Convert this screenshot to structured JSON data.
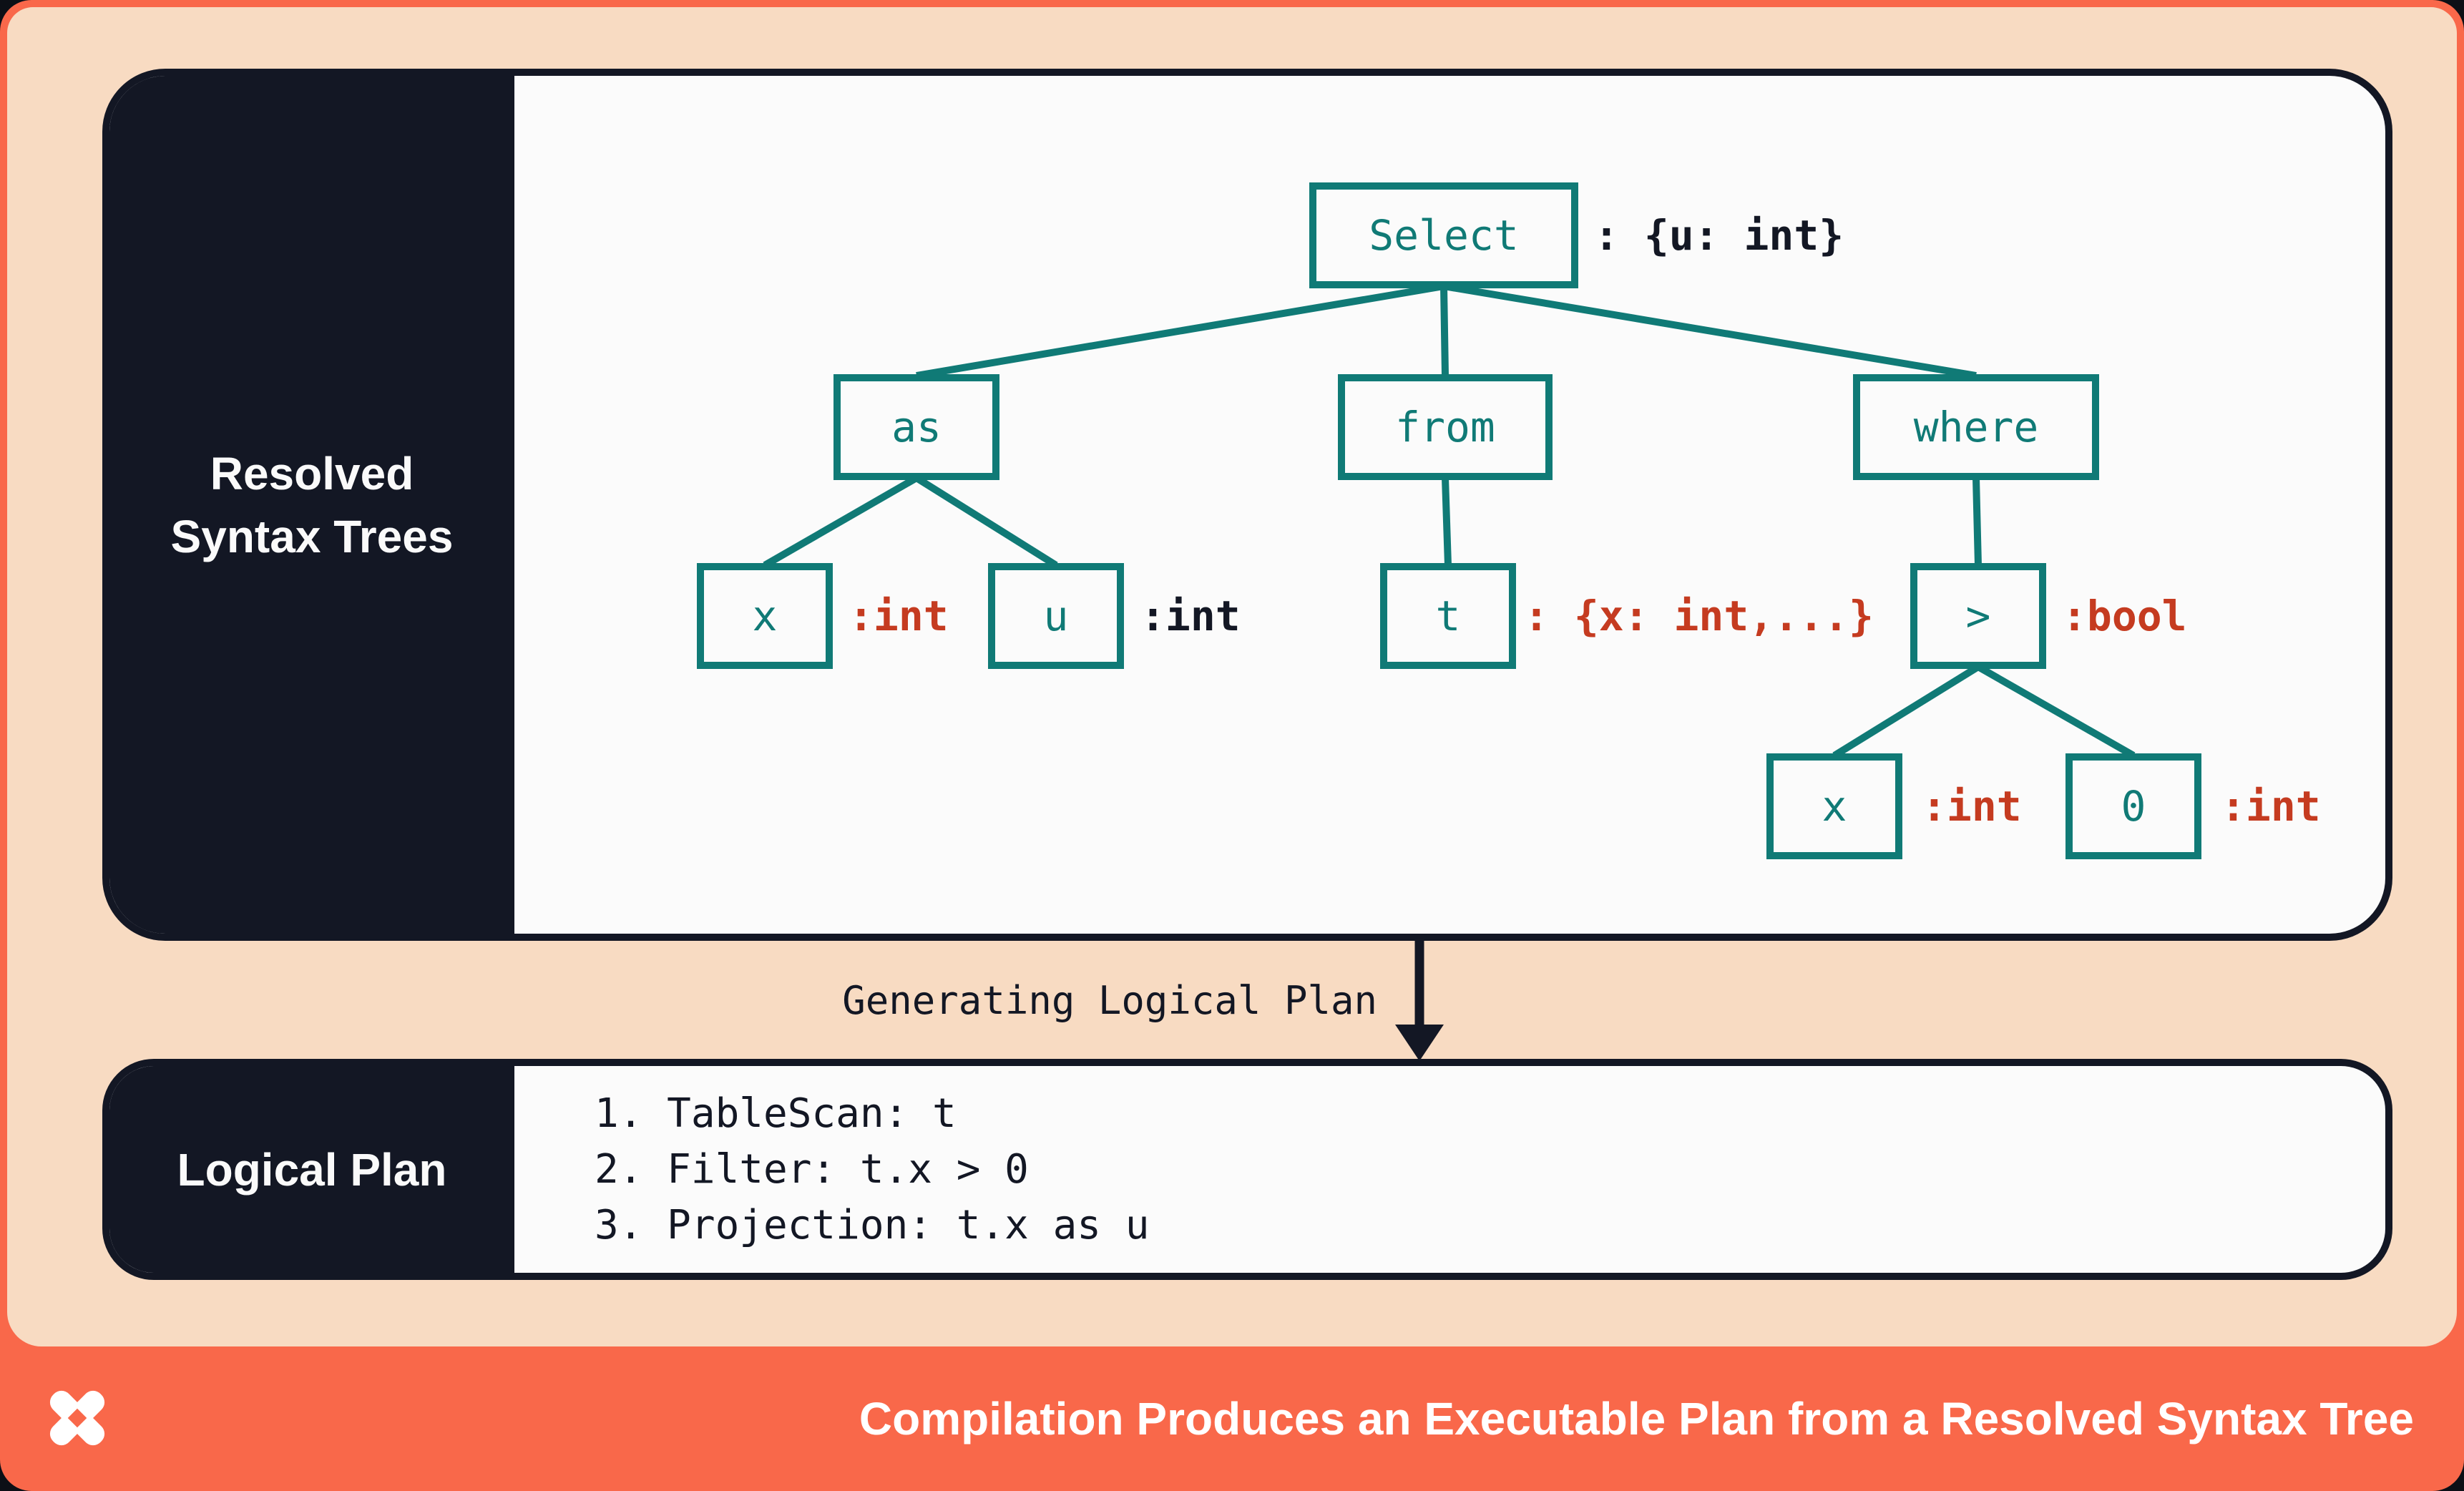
{
  "colors": {
    "accent_teal": "#107a76",
    "accent_red": "#c53b20",
    "brand_orange": "#f9684a",
    "background_peach": "#f8dbc2",
    "panel_white": "#fbfbfb",
    "ink_navy": "#131724"
  },
  "panels": {
    "resolved": {
      "label_lines": [
        "Resolved",
        "Syntax Trees"
      ]
    },
    "logical": {
      "label": "Logical Plan",
      "steps": [
        "1. TableScan: t",
        "2. Filter: t.x > 0",
        "3. Projection: t.x as u"
      ]
    }
  },
  "tree": {
    "select": {
      "label": "Select",
      "type": ": {u: int}"
    },
    "as_node": {
      "label": "as"
    },
    "from_node": {
      "label": "from"
    },
    "where_node": {
      "label": "where"
    },
    "x_alias": {
      "label": "x",
      "type": ":int"
    },
    "u_alias": {
      "label": "u",
      "type": ":int"
    },
    "t_table": {
      "label": "t",
      "type": ": {x: int,...}"
    },
    "gt_op": {
      "label": ">",
      "type": ":bool"
    },
    "x_operand": {
      "label": "x",
      "type": ":int"
    },
    "zero_operand": {
      "label": "0",
      "type": ":int"
    }
  },
  "transition": {
    "label": "Generating Logical Plan"
  },
  "footer": {
    "title": "Compilation Produces an Executable Plan from a Resolved Syntax Tree",
    "logo_icon": "pinwheel-x-logo"
  }
}
